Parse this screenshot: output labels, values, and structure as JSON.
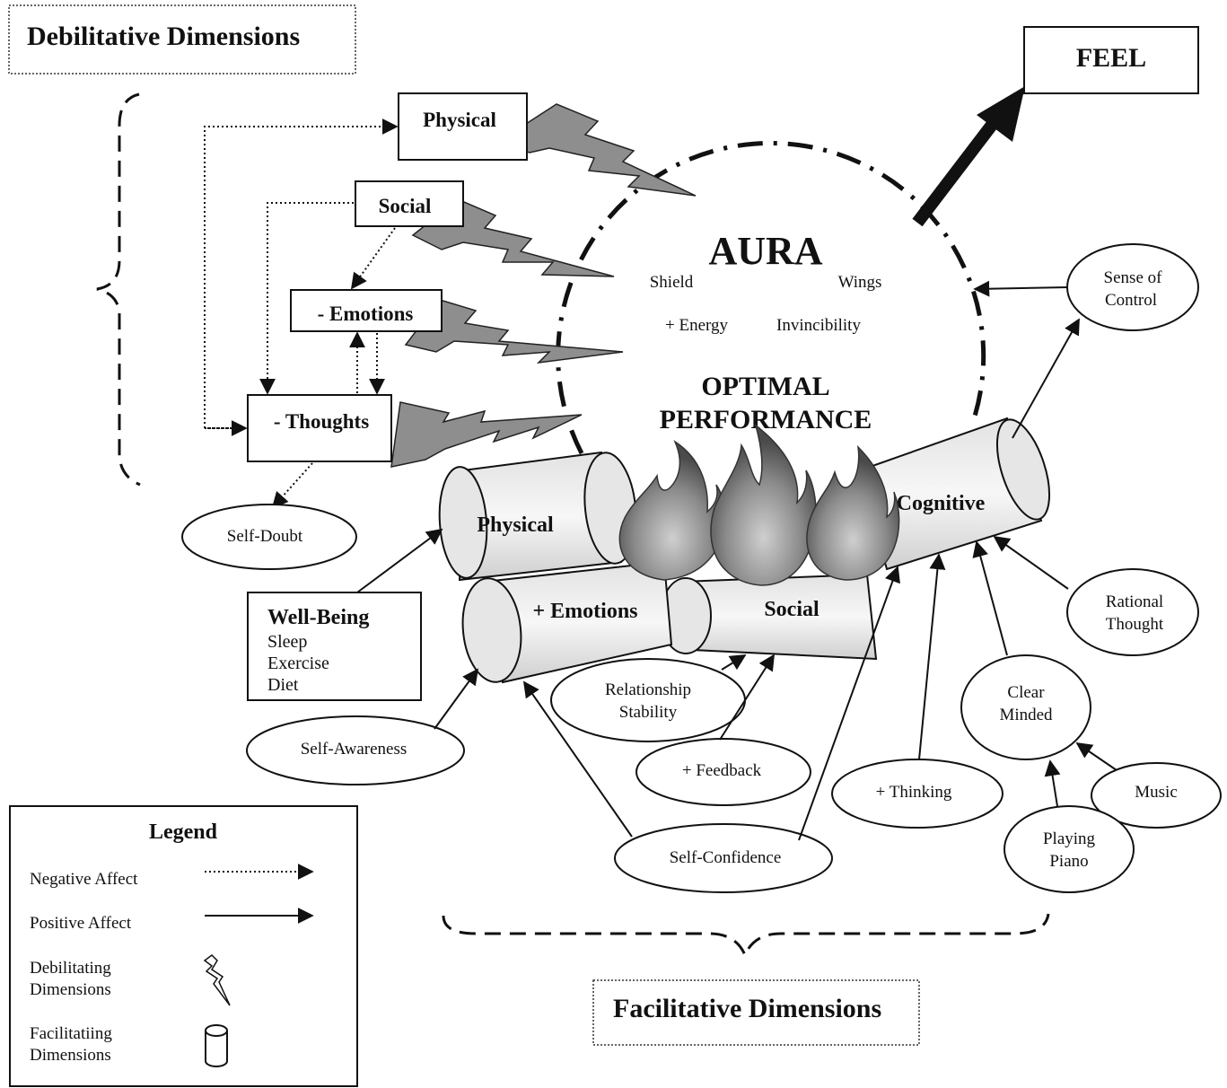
{
  "titles": {
    "debilitative": "Debilitative Dimensions",
    "facilitative": "Facilitative Dimensions",
    "feel": "FEEL"
  },
  "aura": {
    "title": "AURA",
    "shield": "Shield",
    "wings": "Wings",
    "energy": "+ Energy",
    "invincibility": "Invincibility",
    "optimal_line1": "OPTIMAL",
    "optimal_line2": "PERFORMANCE"
  },
  "debilitating_boxes": {
    "physical": "Physical",
    "social": "Social",
    "emotions": "- Emotions",
    "thoughts": "- Thoughts"
  },
  "facilitating_logs": {
    "physical": "Physical",
    "emotions": "+ Emotions",
    "social": "Social",
    "cognitive": "Cognitive"
  },
  "ovals": {
    "self_doubt": "Self-Doubt",
    "sense_of_control_1": "Sense of",
    "sense_of_control_2": "Control",
    "rational_thought_1": "Rational",
    "rational_thought_2": "Thought",
    "clear_minded_1": "Clear",
    "clear_minded_2": "Minded",
    "music": "Music",
    "playing_piano_1": "Playing",
    "playing_piano_2": "Piano",
    "thinking": "+ Thinking",
    "self_confidence": "Self-Confidence",
    "feedback": "+ Feedback",
    "relationship_stability_1": "Relationship",
    "relationship_stability_2": "Stability",
    "self_awareness": "Self-Awareness"
  },
  "wellbeing": {
    "title": "Well-Being",
    "items": [
      "Sleep",
      "Exercise",
      "Diet"
    ]
  },
  "legend": {
    "title": "Legend",
    "negative": "Negative Affect",
    "positive": "Positive Affect",
    "debilitating_1": "Debilitating",
    "debilitating_2": "Dimensions",
    "facilitating_1": "Facilitatiing",
    "facilitating_2": "Dimensions"
  }
}
